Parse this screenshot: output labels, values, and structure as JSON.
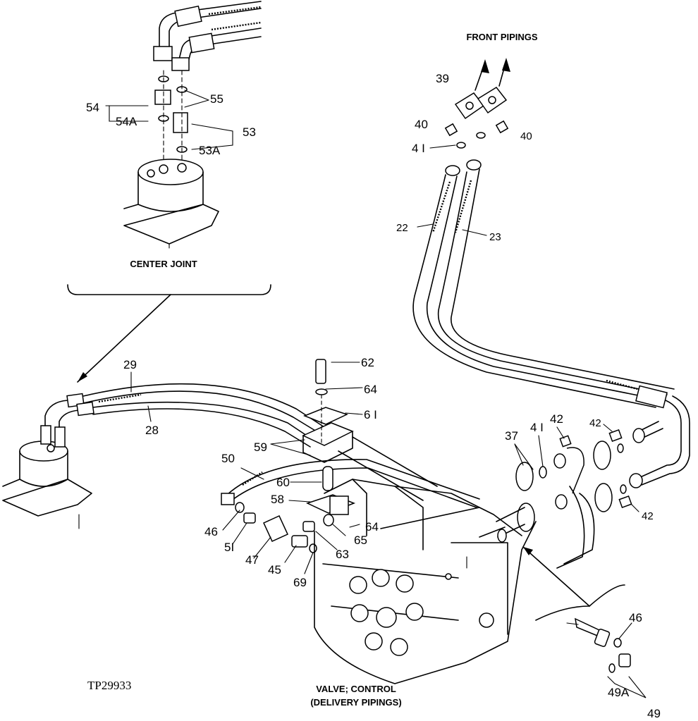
{
  "captions": {
    "front_pipings": "FRONT PIPINGS",
    "center_joint": "CENTER JOINT",
    "valve_line1": "VALVE; CONTROL",
    "valve_line2": "(DELIVERY PIPINGS)",
    "figure_ref": "TP29933"
  },
  "callouts": {
    "c54": "54",
    "c54A": "54A",
    "c55": "55",
    "c53": "53",
    "c53A": "53A",
    "c39": "39",
    "c40a": "40",
    "c40b": "40",
    "c41a": "4 I",
    "c22": "22",
    "c23": "23",
    "c29": "29",
    "c28": "28",
    "c62": "62",
    "c64a": "64",
    "c61": "6 I",
    "c59": "59",
    "c50": "50",
    "c60": "60",
    "c58": "58",
    "c64b": "64",
    "c65": "65",
    "c63": "63",
    "c46a": "46",
    "c51": "5I",
    "c47": "47",
    "c45": "45",
    "c69": "69",
    "c37": "37",
    "c41b": "4 I",
    "c42a": "42",
    "c42b": "42",
    "c42c": "42",
    "c46b": "46",
    "c49A": "49A",
    "c49": "49"
  }
}
